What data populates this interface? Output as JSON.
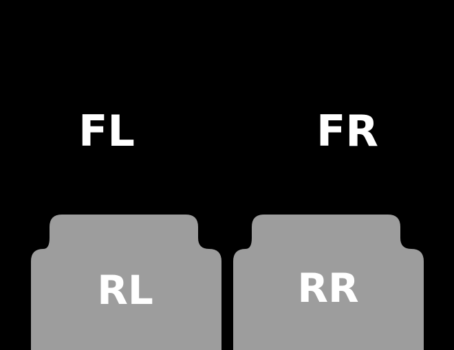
{
  "diagram": {
    "name": "vehicle-floor-mat-positions",
    "background_color": "#000000",
    "mat_color": "#9d9d9d",
    "label_color": "#ffffff",
    "positions": [
      {
        "id": "front-left",
        "label": "FL",
        "highlighted": false
      },
      {
        "id": "front-right",
        "label": "FR",
        "highlighted": false
      },
      {
        "id": "rear-left",
        "label": "RL",
        "highlighted": true
      },
      {
        "id": "rear-right",
        "label": "RR",
        "highlighted": true
      }
    ]
  }
}
